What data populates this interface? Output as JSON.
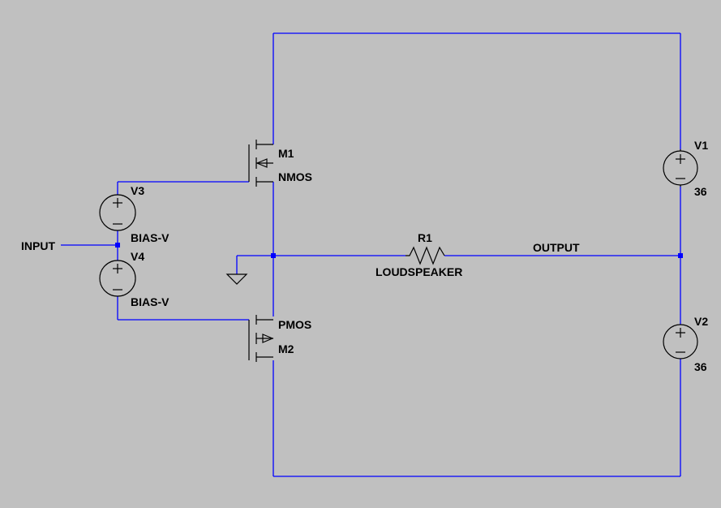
{
  "schematic": {
    "background_color": "#c0c0c0",
    "wire_color": "#0000ff",
    "component_color": "#000000",
    "components": {
      "m1": {
        "ref": "M1",
        "model": "NMOS"
      },
      "m2": {
        "ref": "M2",
        "model": "PMOS"
      },
      "v1": {
        "ref": "V1",
        "value": "36"
      },
      "v2": {
        "ref": "V2",
        "value": "36"
      },
      "v3": {
        "ref": "V3",
        "value": "BIAS-V"
      },
      "v4": {
        "ref": "V4",
        "value": "BIAS-V"
      },
      "r1": {
        "ref": "R1",
        "value": "LOUDSPEAKER"
      }
    },
    "nets": {
      "input": "INPUT",
      "output": "OUTPUT"
    },
    "icons": [
      "ground-icon",
      "voltage-source-icon",
      "resistor-icon",
      "nmos-transistor-icon",
      "pmos-transistor-icon"
    ]
  }
}
